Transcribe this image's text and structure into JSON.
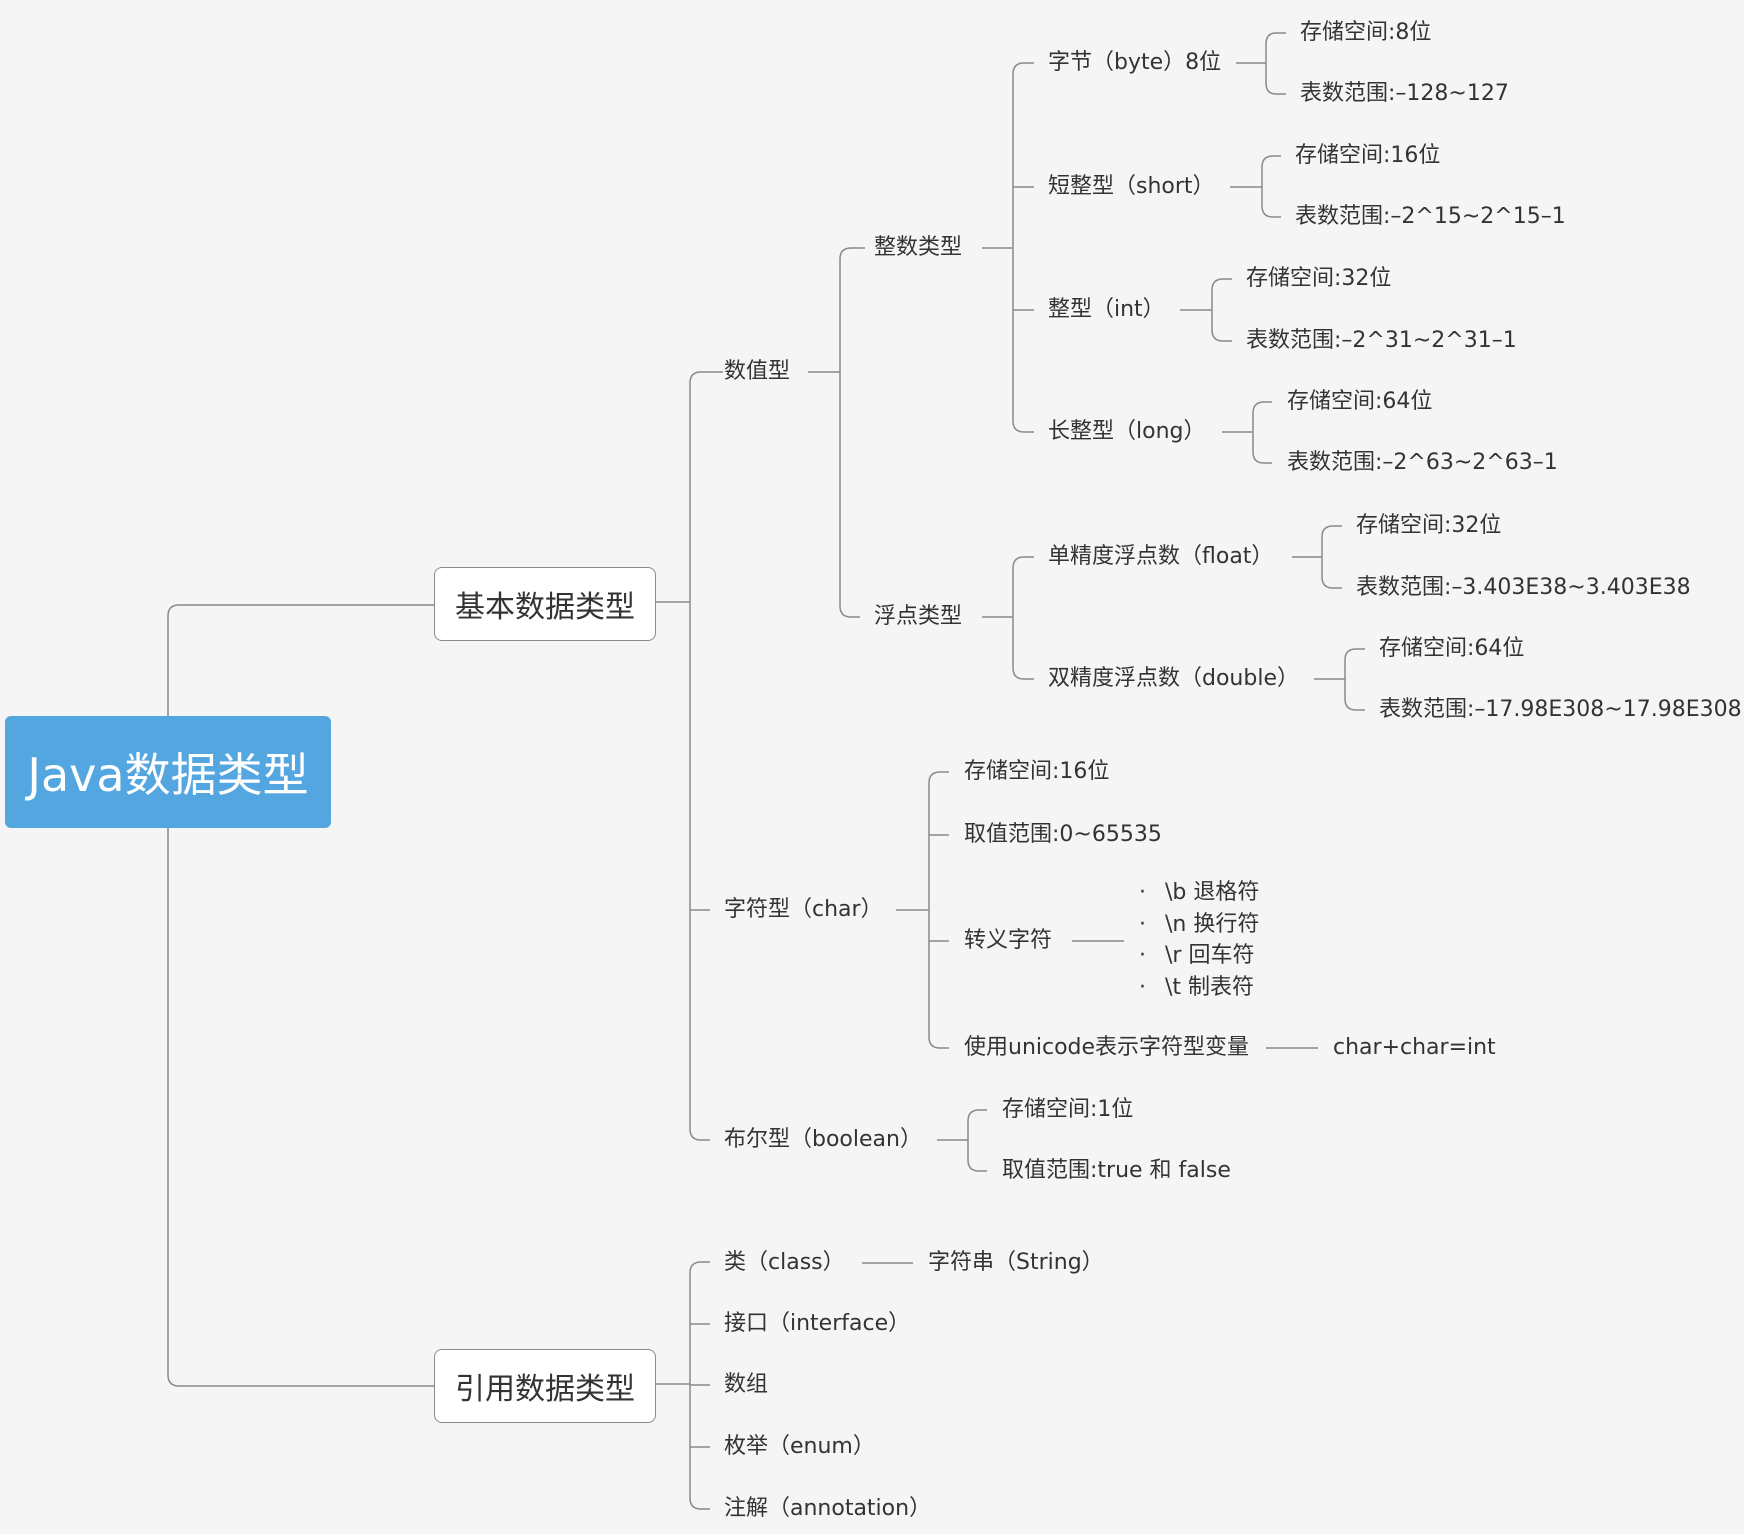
{
  "root": "Java数据类型",
  "basic": {
    "label": "基本数据类型",
    "numeric": {
      "label": "数值型",
      "integer": {
        "label": "整数类型",
        "byte": {
          "label": "字节（byte）8位",
          "storage": "存储空间:8位",
          "range": "表数范围:–128~127"
        },
        "short": {
          "label": "短整型（short）",
          "storage": "存储空间:16位",
          "range": "表数范围:–2^15~2^15–1"
        },
        "int": {
          "label": "整型（int）",
          "storage": "存储空间:32位",
          "range": "表数范围:–2^31~2^31–1"
        },
        "long": {
          "label": "长整型（long）",
          "storage": "存储空间:64位",
          "range": "表数范围:–2^63~2^63–1"
        }
      },
      "float_types": {
        "label": "浮点类型",
        "float": {
          "label": "单精度浮点数（float）",
          "storage": "存储空间:32位",
          "range": "表数范围:–3.403E38~3.403E38"
        },
        "double": {
          "label": "双精度浮点数（double）",
          "storage": "存储空间:64位",
          "range": "表数范围:–17.98E308~17.98E308"
        }
      }
    },
    "char": {
      "label": "字符型（char）",
      "storage": "存储空间:16位",
      "range": "取值范围:0~65535",
      "escape": {
        "label": "转义字符",
        "items": [
          "\\b 退格符",
          "\\n 换行符",
          "\\r 回车符",
          "\\t 制表符"
        ]
      },
      "unicode": {
        "label": "使用unicode表示字符型变量",
        "note": "char+char=int"
      }
    },
    "boolean": {
      "label": "布尔型（boolean）",
      "storage": "存储空间:1位",
      "range": "取值范围:true 和 false"
    }
  },
  "reference": {
    "label": "引用数据类型",
    "class": {
      "label": "类（class）",
      "child": "字符串（String）"
    },
    "interface": "接口（interface）",
    "array": "数组",
    "enum": "枚举（enum）",
    "annotation": "注解（annotation）"
  },
  "colors": {
    "root_bg": "#54a6e0",
    "line": "#8a8a8a",
    "background": "#f5f5f5"
  }
}
